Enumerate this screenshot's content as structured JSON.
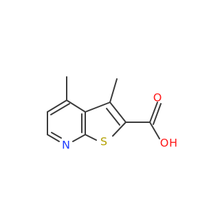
{
  "structure": {
    "atoms": {
      "N": {
        "symbol": "N"
      },
      "S": {
        "symbol": "S"
      },
      "O_carbonyl": {
        "symbol": "O"
      },
      "O_hydroxyl": {
        "symbol": "O"
      },
      "H_hydroxyl": {
        "symbol": "H"
      }
    }
  },
  "colors": {
    "bond": "#3a3a3a",
    "nitrogen": "#1f3dff",
    "sulfur": "#b3a000",
    "oxygen": "#ff1a1a",
    "background": "#ffffff"
  }
}
